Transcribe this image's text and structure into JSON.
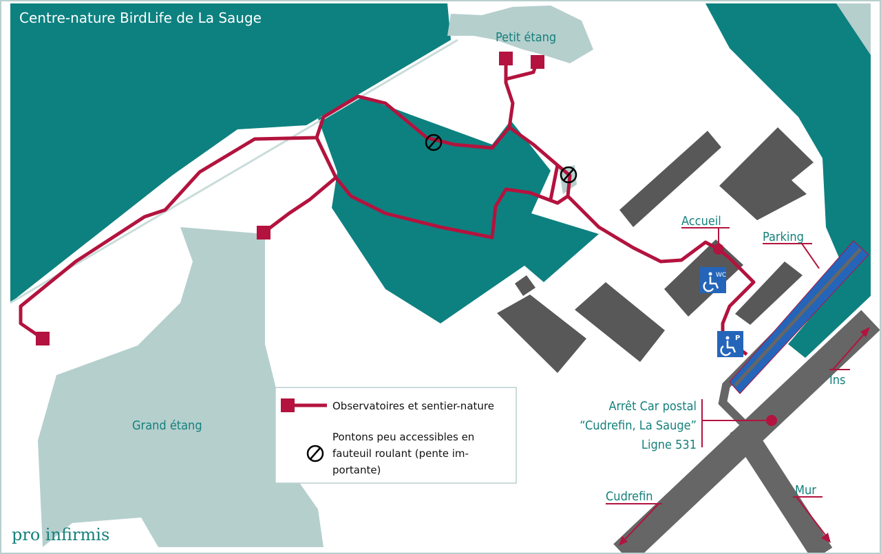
{
  "map": {
    "title": "Centre-nature BirdLife de La Sauge",
    "places": {
      "petit_etang": "Petit étang",
      "grand_etang": "Grand étang",
      "accueil": "Accueil",
      "parking": "Parking"
    },
    "bus_stop": {
      "line1": "Arrêt Car postal",
      "line2": "“Cudrefin, La Sauge”",
      "line3": "Ligne 531"
    },
    "directions": {
      "ins": "Ins",
      "mur": "Mur",
      "cudrefin": "Cudrefin"
    },
    "icons": {
      "wc": "WC",
      "parking_accessible": "P"
    }
  },
  "legend": {
    "trail": "Observatoires et sentier-nature",
    "pontoons_line1": "Pontons peu accessibles en",
    "pontoons_line2": "fauteuil roulant (pente im-",
    "pontoons_line3": "portante)"
  },
  "logo": "pro infirmis",
  "colors": {
    "forest": "#0d8180",
    "water": "#b5cfcd",
    "trail": "#b3133e",
    "building": "#5a5a5a",
    "parking": "#2465b9",
    "label": "#15807c"
  }
}
